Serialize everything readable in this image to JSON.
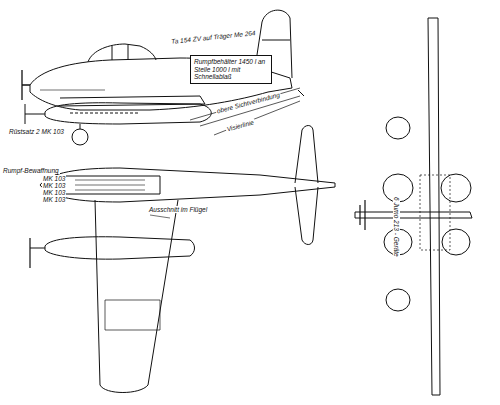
{
  "diagram": {
    "nodes": [
      {
        "text": [
          "Rumpfbehälter 1450 l an Stelle 1000 l mit Schnellablaß"
        ]
      }
    ],
    "labels": [
      "Ta 154 ZV auf Träger Me 264",
      "Rüstsatz 2 MK 103",
      "obere Sichtverbindung",
      "Visierlinie",
      "Rumpf-Bewaffnung",
      "MK 103",
      "MK 103",
      "MK 103",
      "MK 103",
      "Ausschnitt im Flügel",
      "6 Jumo 213 - Geräte"
    ]
  }
}
